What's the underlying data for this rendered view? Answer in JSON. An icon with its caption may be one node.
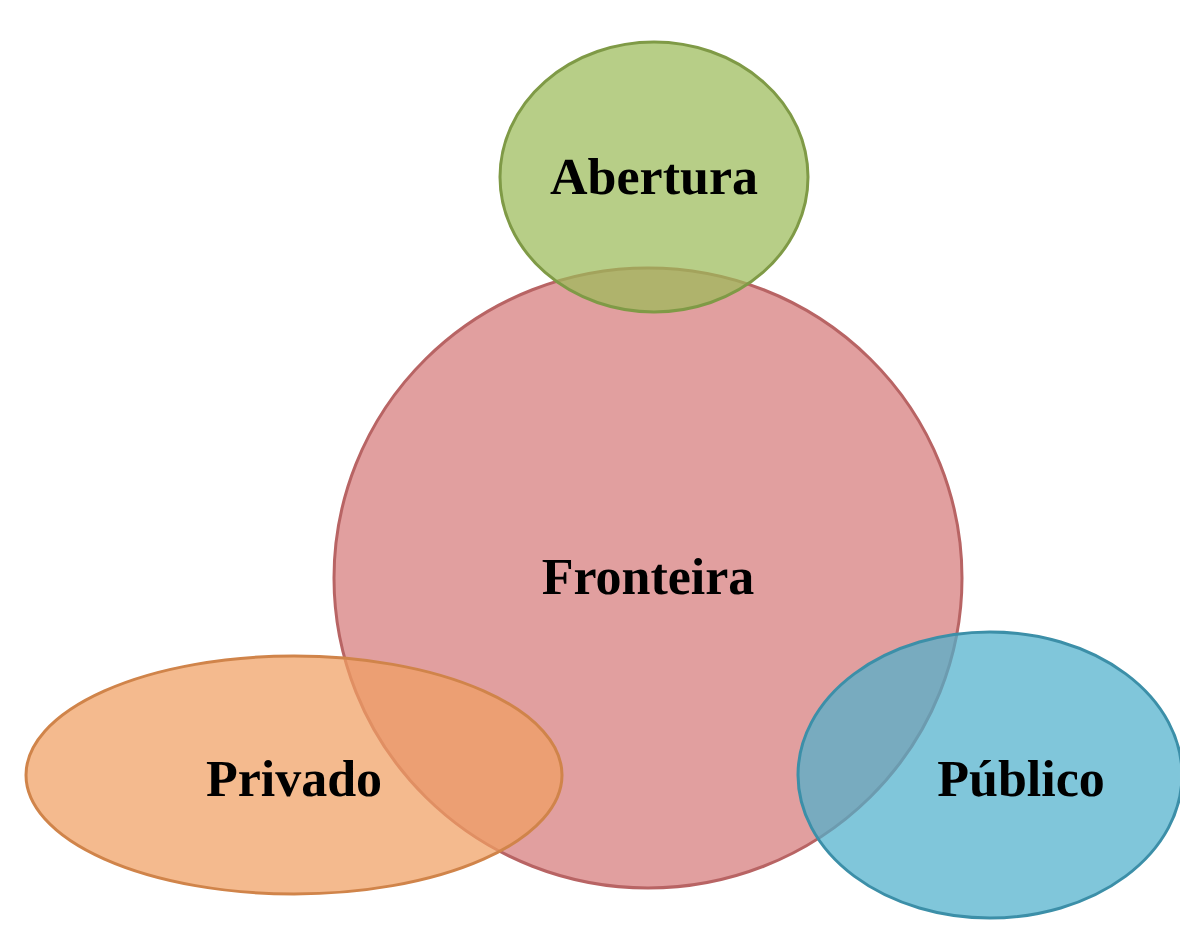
{
  "diagram": {
    "nodes": [
      {
        "text": [
          "Abertura"
        ]
      },
      {
        "text": [
          "Fronteira"
        ]
      },
      {
        "text": [
          "Privado"
        ]
      },
      {
        "text": [
          "Público"
        ]
      }
    ]
  }
}
